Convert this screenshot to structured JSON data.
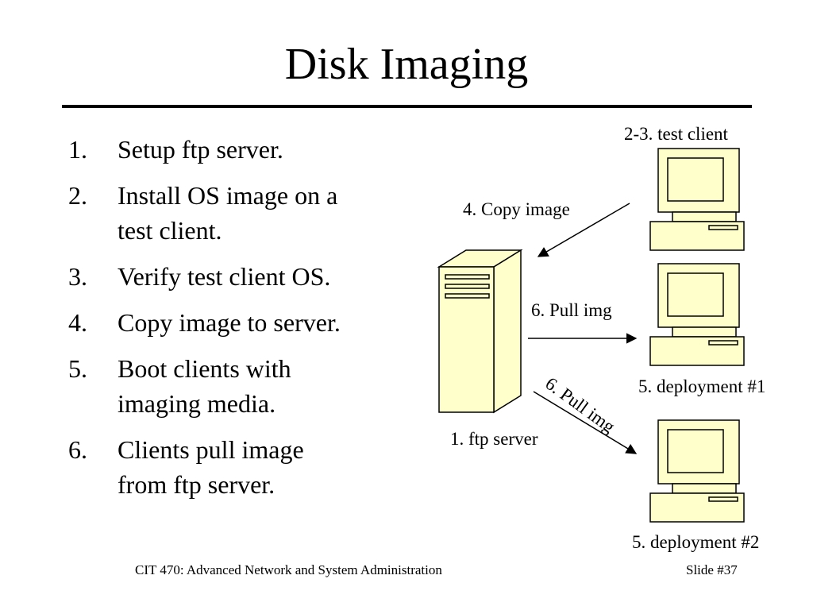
{
  "slide": {
    "title": "Disk Imaging",
    "steps": [
      {
        "num": "1.",
        "lines": [
          "Setup ftp server."
        ]
      },
      {
        "num": "2.",
        "lines": [
          "Install OS image on a",
          "test client."
        ]
      },
      {
        "num": "3.",
        "lines": [
          "Verify test client OS."
        ]
      },
      {
        "num": "4.",
        "lines": [
          "Copy image to server."
        ]
      },
      {
        "num": "5.",
        "lines": [
          "Boot clients with",
          "imaging media."
        ]
      },
      {
        "num": "6.",
        "lines": [
          "Clients pull image",
          "from ftp server."
        ]
      }
    ]
  },
  "diagram": {
    "test_client_label": "2-3. test client",
    "copy_image_label": "4. Copy image",
    "pull_img_label_1": "6. Pull img",
    "pull_img_label_2": "6. Pull img",
    "ftp_server_label": "1. ftp server",
    "deployment1_label": "5. deployment #1",
    "deployment2_label": "5. deployment #2",
    "colors": {
      "fill": "#ffffcc",
      "stroke": "#000000"
    }
  },
  "footer": {
    "course": "CIT 470: Advanced Network and System Administration",
    "slide_number": "Slide #37"
  }
}
